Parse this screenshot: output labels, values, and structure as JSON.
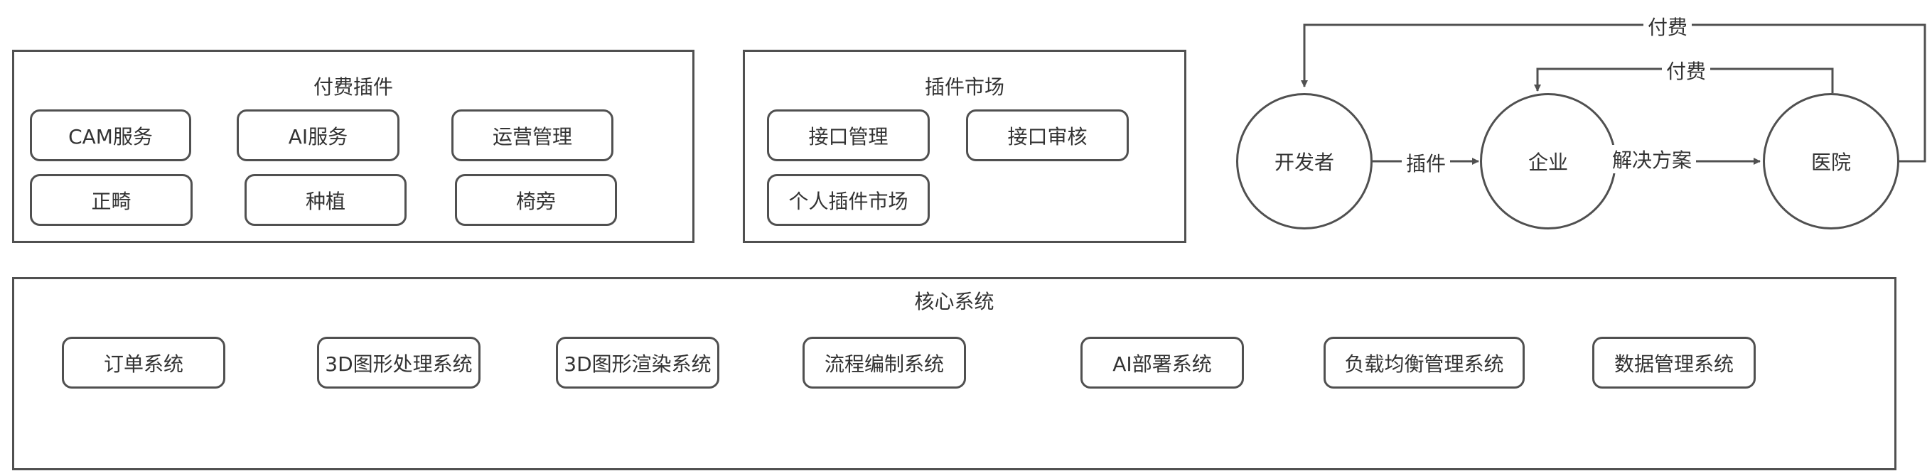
{
  "paid_plugins": {
    "title": "付费插件",
    "items": [
      "CAM服务",
      "AI服务",
      "运营管理",
      "正畸",
      "种植",
      "椅旁"
    ]
  },
  "plugin_market": {
    "title": "插件市场",
    "items": [
      "接口管理",
      "接口审核",
      "个人插件市场"
    ]
  },
  "core_system": {
    "title": "核心系统",
    "items": [
      "订单系统",
      "3D图形处理系统",
      "3D图形渲染系统",
      "流程编制系统",
      "AI部署系统",
      "负载均衡管理系统",
      "数据管理系统"
    ]
  },
  "flow": {
    "nodes": [
      "开发者",
      "企业",
      "医院"
    ],
    "edges": {
      "dev_to_ent": "插件",
      "ent_to_hosp": "解决方案",
      "hosp_to_ent": "付费",
      "hosp_to_dev": "付费"
    }
  }
}
